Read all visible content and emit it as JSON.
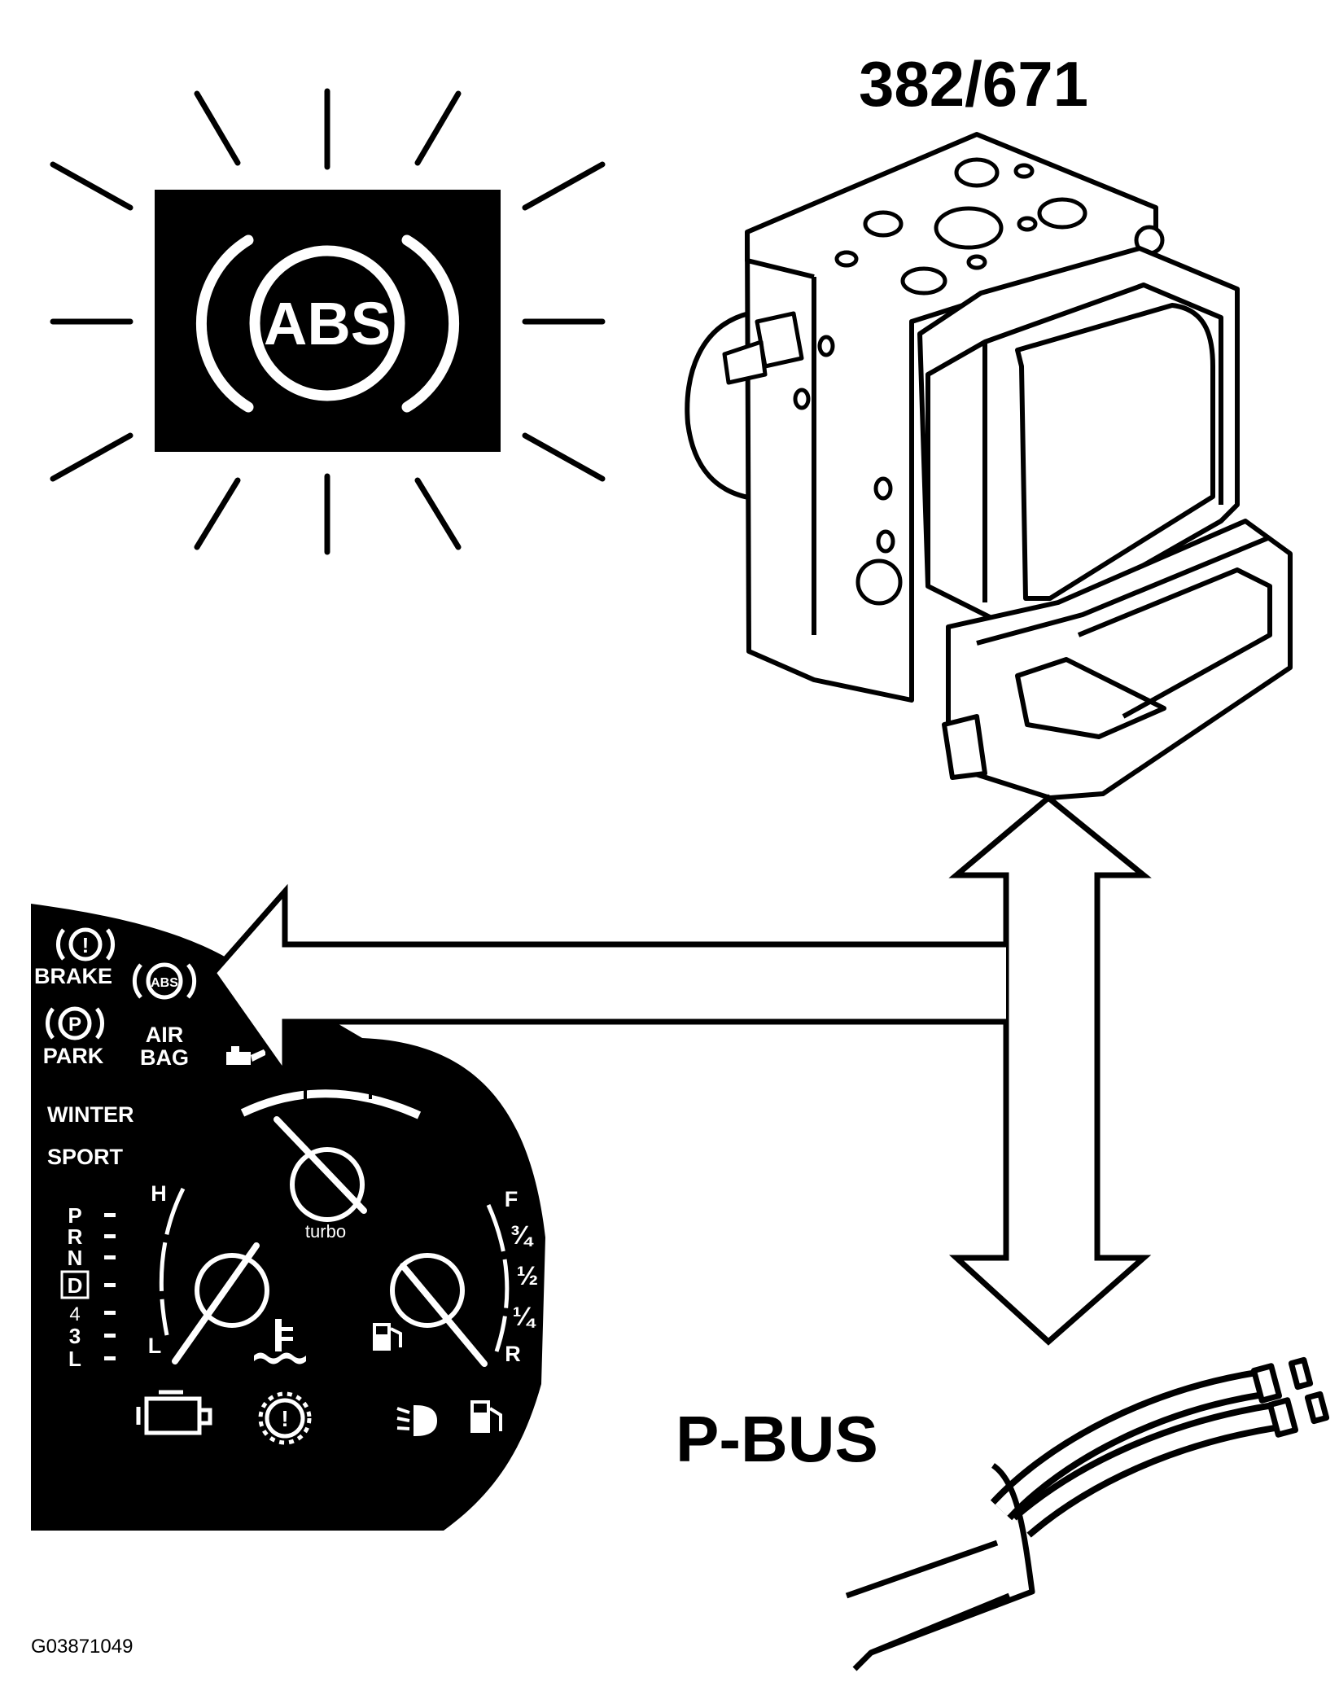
{
  "labels": {
    "module_code": "382/671",
    "bus": "P-BUS",
    "figure_id": "G03871049"
  },
  "warning_lamp": {
    "text": "ABS"
  },
  "cluster": {
    "brake": "BRAKE",
    "park": "PARK",
    "air": "AIR",
    "bag": "BAG",
    "winter": "WINTER",
    "sport": "SPORT",
    "abs_small": "ABS",
    "brake_icon": "!",
    "park_icon": "P",
    "turbo": "turbo",
    "temp_high": "H",
    "temp_low": "L",
    "fuel_full": "F",
    "fuel_three_quarter": "¾",
    "fuel_half": "½",
    "fuel_quarter": "¼",
    "fuel_reserve": "R",
    "gears": [
      "P",
      "R",
      "N",
      "D",
      "4",
      "3",
      "L"
    ]
  },
  "colors": {
    "ink": "#000000",
    "paper": "#ffffff"
  }
}
